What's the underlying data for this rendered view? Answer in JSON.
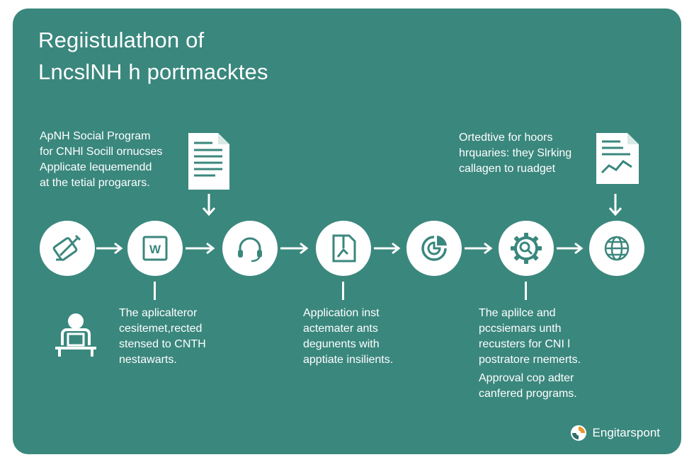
{
  "title": {
    "line1": "Regiistulathon of",
    "line2": "LncslNH h portmacktes"
  },
  "top_left_text": [
    "ApNH Social Program",
    "for CNHl Socill ornucses",
    "Applicate lequemendd",
    "at the tetial progarars."
  ],
  "top_right_text": [
    "Ortedtive for hoors",
    "hrquaries: they Slrking",
    "callagen to ruadget"
  ],
  "bottom_left_text": [
    "The aplicalteror",
    "cesitemet,rected",
    "stensed to CNTH",
    "nestawarts."
  ],
  "bottom_middle_text": [
    "Application inst",
    "actemater ants",
    "degunents with",
    "apptiate insilients."
  ],
  "bottom_right_text": [
    "The aplilce and",
    "pccsiemars unth",
    "recusters for CNI l",
    "postratore rnemerts."
  ],
  "bottom_right_note": [
    "Approval cop adter",
    "canfered programs."
  ],
  "steps": [
    {
      "icon": "pen-document-icon"
    },
    {
      "icon": "word-document-icon"
    },
    {
      "icon": "headset-icon"
    },
    {
      "icon": "edit-file-icon"
    },
    {
      "icon": "pie-chart-icon"
    },
    {
      "icon": "gear-search-icon"
    },
    {
      "icon": "globe-icon"
    }
  ],
  "brand": {
    "name": "Engitarspont"
  },
  "colors": {
    "background": "#3a877d",
    "foreground": "#ffffff",
    "icon": "#3a877d"
  }
}
